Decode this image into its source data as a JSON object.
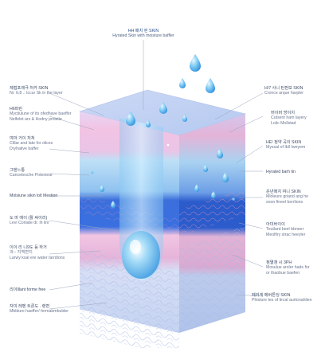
{
  "top_label": {
    "line1": "HH 패치 핀 SKIN",
    "line2": "Hyrated Skin with moisture baffler"
  },
  "left_labels": [
    {
      "id": "l1",
      "line1": "제접포레극 처카 SKIN",
      "line2": "Nr. tt.8 .: tccur Sk in the layer"
    },
    {
      "id": "l2",
      "line1": "H6파린",
      "line2": "Myctiulune of its ofedhave baeffer",
      "line3": "Nelfelet ars & Hodny proistie"
    },
    {
      "id": "l3",
      "line1": "여마 거이 저쳐",
      "line2": "Cltlar and late for olices",
      "line3": "Dryhative baffer"
    },
    {
      "id": "l4",
      "line1": "그텐느퉁",
      "line2": "Cancetesche Potenieur"
    },
    {
      "id": "l5",
      "line1": "Molsiune sikin lolt Mestion"
    },
    {
      "id": "l6",
      "line1": "도 마 에이 (활 써이리)",
      "line2": "Levi Coniate dr. ih linr"
    },
    {
      "id": "l7",
      "line1": "이이 리 니9도 등 하거",
      "line2": "과-- 지백면지",
      "line3": "Larwy ksal ere water tarrdions"
    },
    {
      "id": "l8",
      "line1": "리이lllant forme free"
    },
    {
      "id": "l9",
      "line1": "자미 레벤 트론도 . 렌면",
      "line2": "Mbldure haeffer/ fermabmbulder"
    }
  ],
  "right_labels": [
    {
      "id": "r1",
      "line1": "H/7 사니 탄펀보 SKIN",
      "line2": "Cronce arque harpler"
    },
    {
      "id": "r2",
      "line1": "머이버 방이치",
      "line2": "Cutsent ham layery",
      "line3": "Lolic Mollstad"
    },
    {
      "id": "r3",
      "line1": "HE! 정약 곡이 SKIN",
      "line2": "Myssal of Ibll Iweyem"
    },
    {
      "id": "r4",
      "line1": "Hyrated barh tin"
    },
    {
      "id": "r5",
      "line1": "운년메치 여니 SKIN",
      "line2": "Mloleure griand ang he",
      "line3": "soon fineel bsrrlions"
    },
    {
      "id": "r6",
      "line1": "아미버이이",
      "line2": "Teutlard beel bbneer",
      "line3": "Meolfiry strac heeyler"
    },
    {
      "id": "r7",
      "line1": "첨멸갱 시 3PH",
      "line2": "Mosulue aroler hads for",
      "line3": "or thaobue baefen"
    },
    {
      "id": "r8",
      "line1": "페러게 메버튼딩 SKIN",
      "line2": "Phisture tes of tircal aurtonahlien"
    }
  ],
  "colors": {
    "stratum_top": "#d9c8ee",
    "stratum_pink": "#f0bfe0",
    "epidermis_light": "#b9dcf5",
    "epidermis_blue": "#6aa3ea",
    "deep_blue": "#2f63d6",
    "dermis_pink": "#f3c6e4",
    "subcutis": "#c7d6f2",
    "droplet": "#6ec1ee",
    "leader": "#9aa6bd"
  }
}
